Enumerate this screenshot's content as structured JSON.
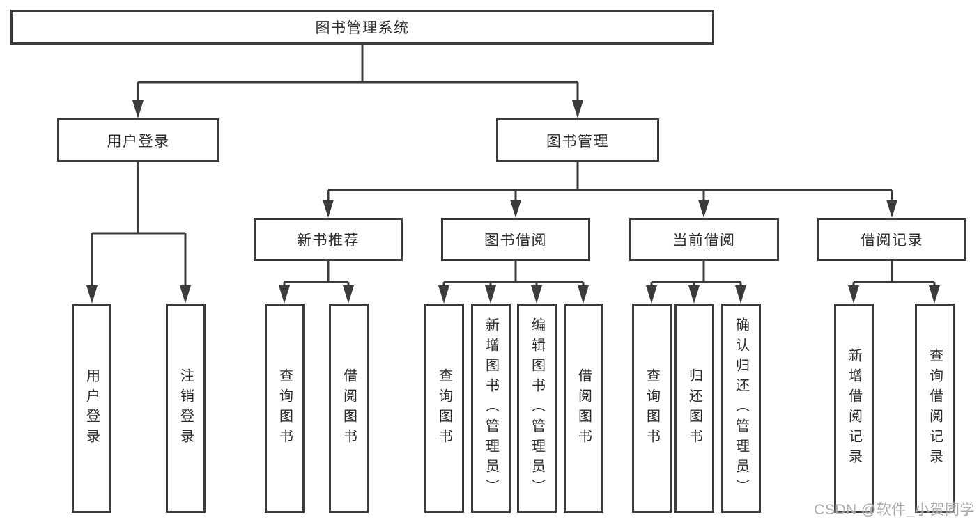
{
  "title": "图书管理系统",
  "watermark": "CSDN @软件_小贺同学",
  "colors": {
    "line": "#3b3b3b",
    "text": "#2d2d2d",
    "background": "#ffffff",
    "box_fill": "#ffffff",
    "watermark": "#aaaaaa"
  },
  "nodes": {
    "root": {
      "label": "图书管理系统"
    },
    "user_login": {
      "label": "用户登录"
    },
    "book_mgmt": {
      "label": "图书管理"
    },
    "new_book_rec": {
      "label": "新书推荐"
    },
    "book_borrow": {
      "label": "图书借阅"
    },
    "current_borrow": {
      "label": "当前借阅"
    },
    "borrow_record": {
      "label": "借阅记录"
    },
    "leaf_user_login": {
      "label": "用户登录"
    },
    "leaf_logout": {
      "label": "注销登录"
    },
    "leaf_query_book_1": {
      "label": "查询图书"
    },
    "leaf_borrow_book_1": {
      "label": "借阅图书"
    },
    "leaf_query_book_2": {
      "label": "查询图书"
    },
    "leaf_add_book": {
      "label": "新增图书（管理员）"
    },
    "leaf_edit_book": {
      "label": "编辑图书（管理员）"
    },
    "leaf_borrow_book_2": {
      "label": "借阅图书"
    },
    "leaf_query_book_3": {
      "label": "查询图书"
    },
    "leaf_return_book": {
      "label": "归还图书"
    },
    "leaf_confirm_return": {
      "label": "确认归还（管理员）"
    },
    "leaf_add_record": {
      "label": "新增借阅记录"
    },
    "leaf_query_record": {
      "label": "查询借阅记录"
    }
  },
  "hierarchy": {
    "root": [
      "user_login",
      "book_mgmt"
    ],
    "user_login": [
      "leaf_user_login",
      "leaf_logout"
    ],
    "book_mgmt": [
      "new_book_rec",
      "book_borrow",
      "current_borrow",
      "borrow_record"
    ],
    "new_book_rec": [
      "leaf_query_book_1",
      "leaf_borrow_book_1"
    ],
    "book_borrow": [
      "leaf_query_book_2",
      "leaf_add_book",
      "leaf_edit_book",
      "leaf_borrow_book_2"
    ],
    "current_borrow": [
      "leaf_query_book_3",
      "leaf_return_book",
      "leaf_confirm_return"
    ],
    "borrow_record": [
      "leaf_add_record",
      "leaf_query_record"
    ]
  }
}
